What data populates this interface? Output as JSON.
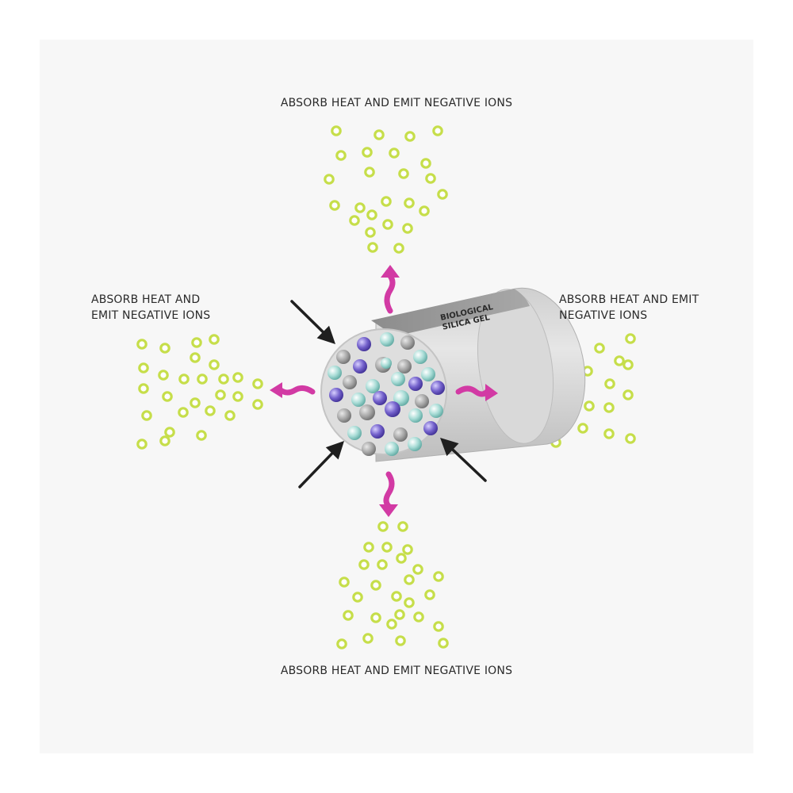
{
  "captions": {
    "top": "ABSORB HEAT AND EMIT NEGATIVE IONS",
    "bottom": "ABSORB HEAT AND EMIT NEGATIVE IONS",
    "left": [
      "ABSORB HEAT AND",
      "EMIT NEGATIVE IONS"
    ],
    "right": [
      "ABSORB HEAT AND EMIT",
      "NEGATIVE IONS"
    ]
  },
  "cylinder": {
    "label_line1": "BIOLOGICAL",
    "label_line2": "SILICA GEL"
  },
  "colors": {
    "ion": "#c6de4a",
    "emit_arrow": "#d23aa4",
    "input_arrow": "#1f1f1f",
    "particle_gray": "#9a9a9a",
    "particle_purple": "#6e5fc0",
    "particle_teal": "#9fd3cf"
  }
}
